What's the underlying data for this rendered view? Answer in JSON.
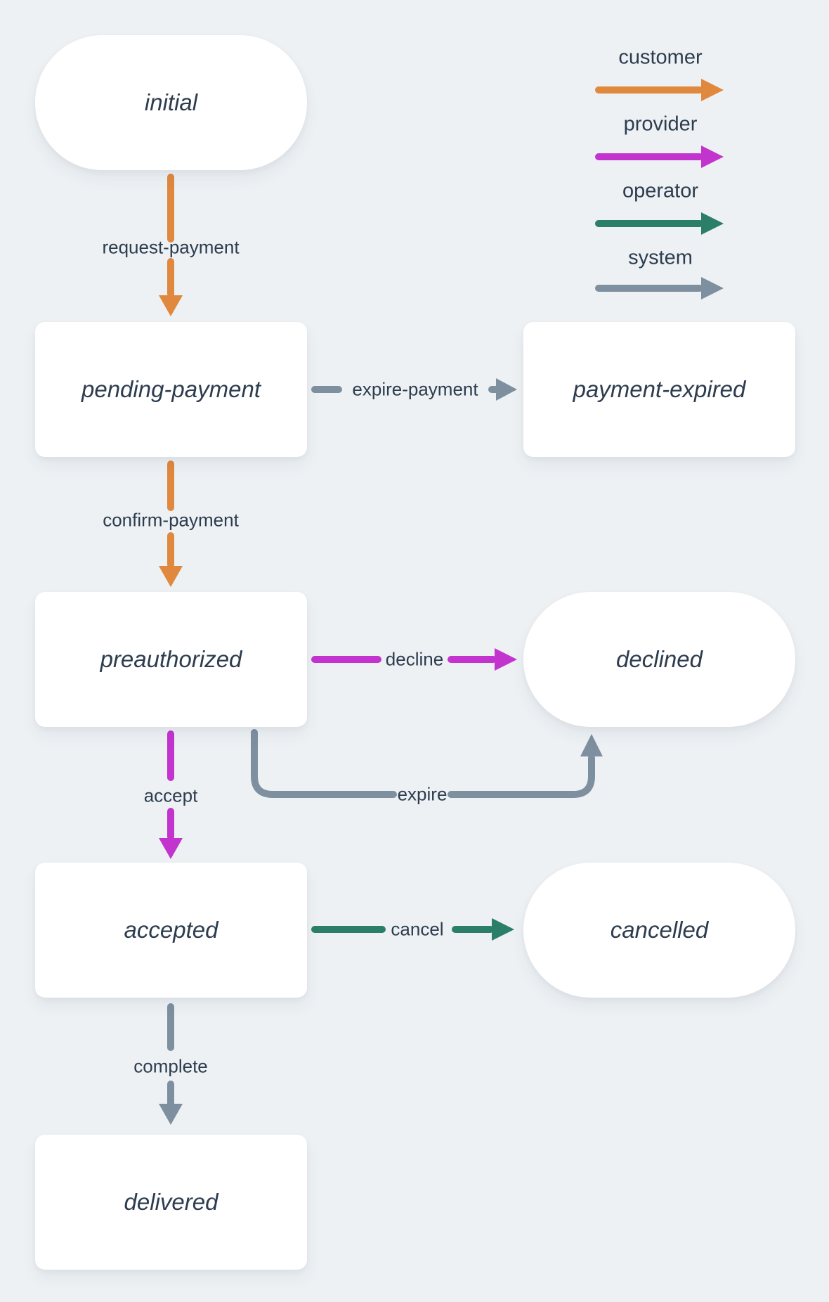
{
  "colors": {
    "background": "#edf1f4",
    "node_fill": "#ffffff",
    "text": "#2d3c4e",
    "customer": "#e0883e",
    "provider": "#c334cf",
    "operator": "#2b7e68",
    "system": "#7e8fa0"
  },
  "legend": {
    "items": [
      {
        "id": "customer",
        "label": "customer"
      },
      {
        "id": "provider",
        "label": "provider"
      },
      {
        "id": "operator",
        "label": "operator"
      },
      {
        "id": "system",
        "label": "system"
      }
    ]
  },
  "nodes": [
    {
      "id": "initial",
      "label": "initial",
      "shape": "pill"
    },
    {
      "id": "pending-payment",
      "label": "pending-payment",
      "shape": "rect"
    },
    {
      "id": "payment-expired",
      "label": "payment-expired",
      "shape": "rect"
    },
    {
      "id": "preauthorized",
      "label": "preauthorized",
      "shape": "rect"
    },
    {
      "id": "declined",
      "label": "declined",
      "shape": "pill"
    },
    {
      "id": "accepted",
      "label": "accepted",
      "shape": "rect"
    },
    {
      "id": "cancelled",
      "label": "cancelled",
      "shape": "pill"
    },
    {
      "id": "delivered",
      "label": "delivered",
      "shape": "rect"
    }
  ],
  "edges": [
    {
      "label": "request-payment",
      "actor": "customer",
      "from": "initial",
      "to": "pending-payment"
    },
    {
      "label": "expire-payment",
      "actor": "system",
      "from": "pending-payment",
      "to": "payment-expired"
    },
    {
      "label": "confirm-payment",
      "actor": "customer",
      "from": "pending-payment",
      "to": "preauthorized"
    },
    {
      "label": "decline",
      "actor": "provider",
      "from": "preauthorized",
      "to": "declined"
    },
    {
      "label": "expire",
      "actor": "system",
      "from": "preauthorized",
      "to": "declined"
    },
    {
      "label": "accept",
      "actor": "provider",
      "from": "preauthorized",
      "to": "accepted"
    },
    {
      "label": "cancel",
      "actor": "operator",
      "from": "accepted",
      "to": "cancelled"
    },
    {
      "label": "complete",
      "actor": "system",
      "from": "accepted",
      "to": "delivered"
    }
  ]
}
